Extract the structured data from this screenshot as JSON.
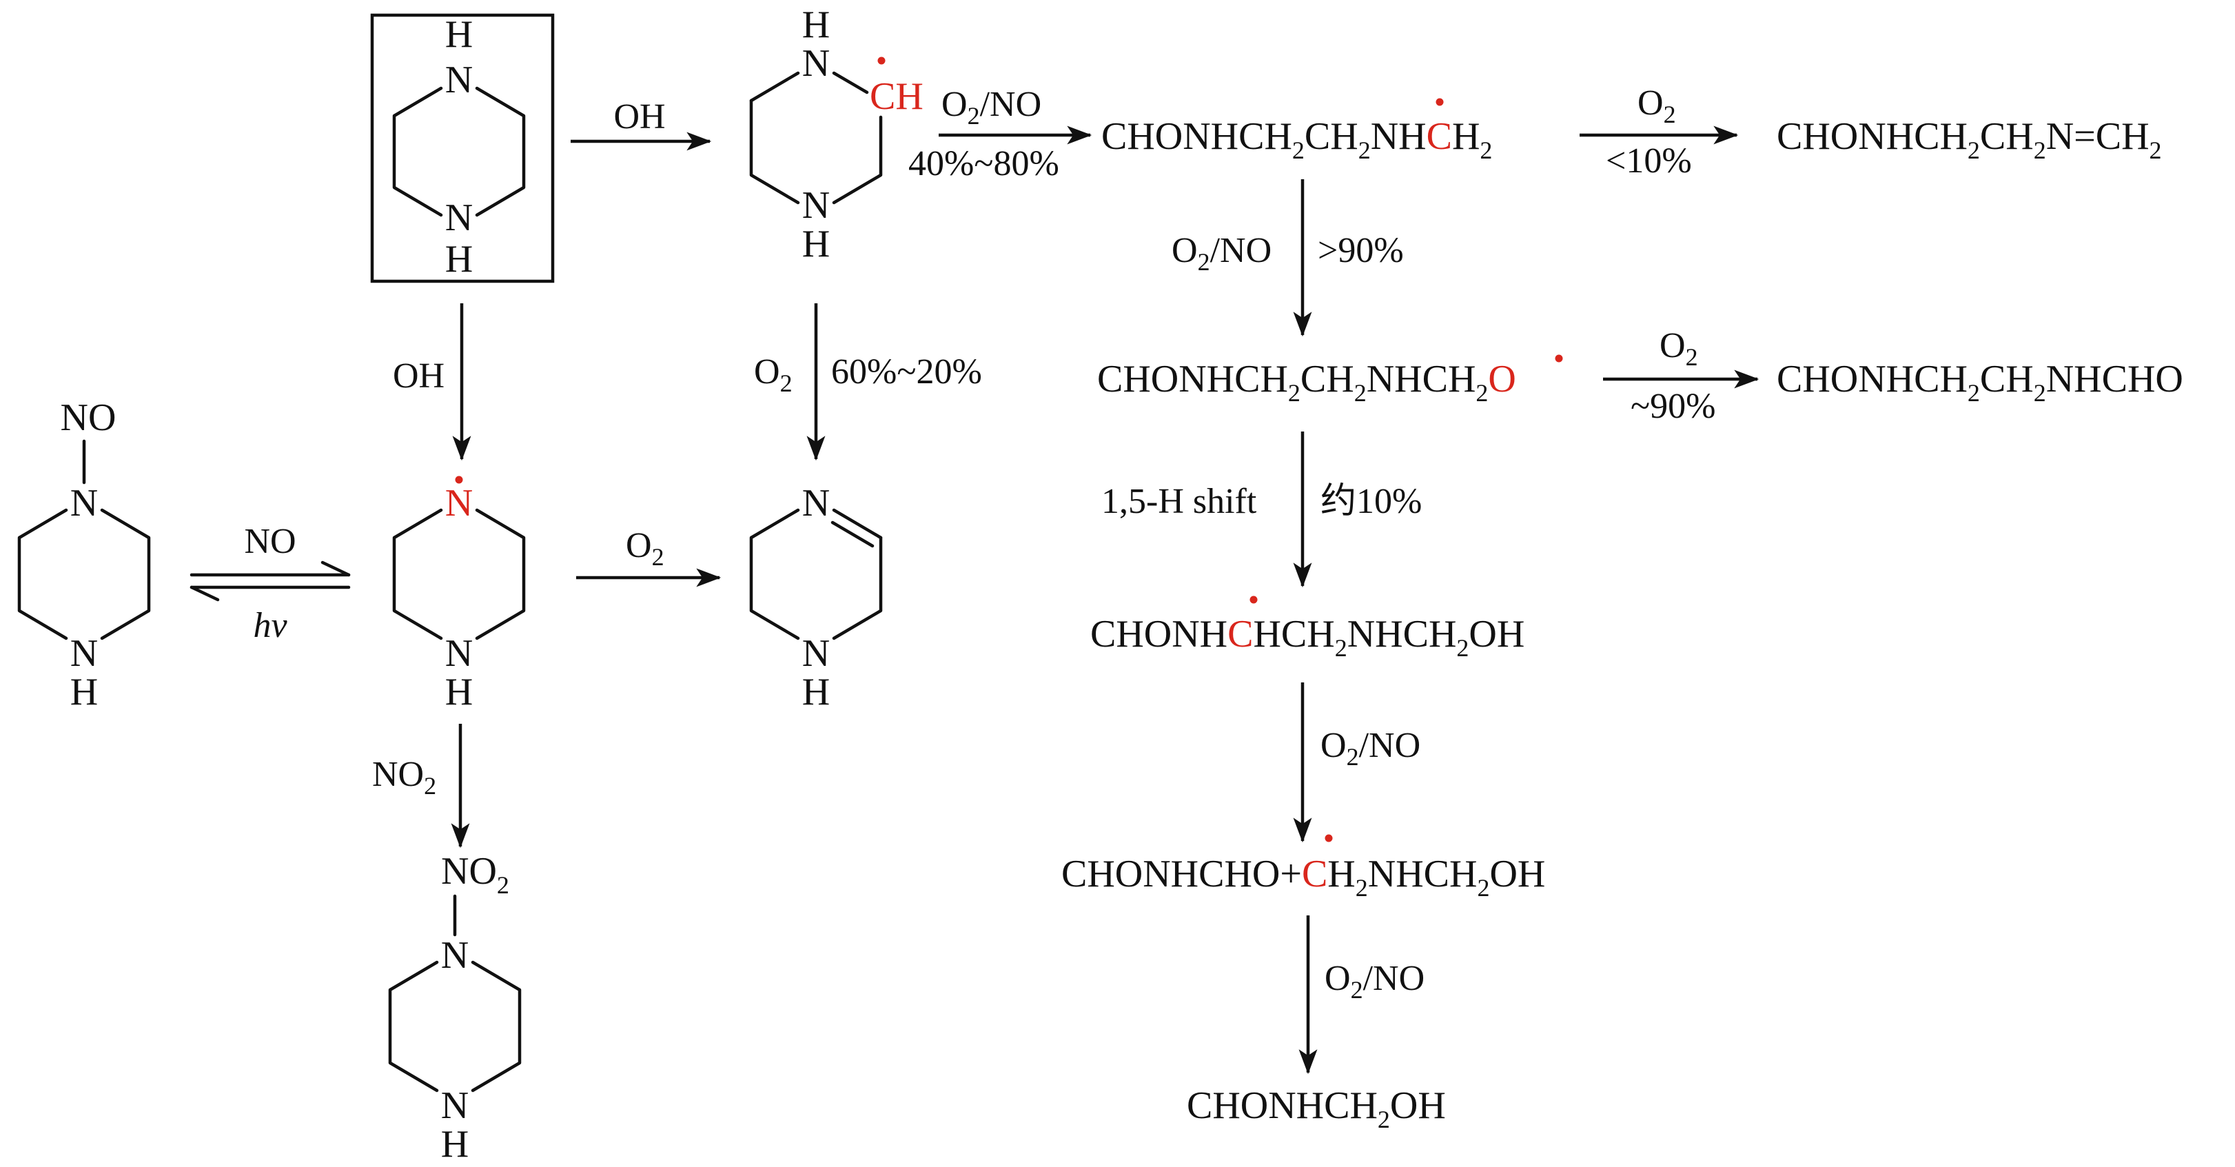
{
  "colors": {
    "ink": "#111111",
    "radical": "#d9261c"
  },
  "atoms": {
    "N": "N",
    "H": "H",
    "NO": "NO",
    "NO2": "NO2",
    "CH": "CH"
  },
  "species": {
    "ch2_radical": "CHONHCH2CH2NHCH2",
    "imine": "CHONHCH2CH2N=CH2",
    "alkoxy_radical": "CHONHCH2CH2NHCH2O",
    "diformamide": "CHONHCH2CH2NHCHO",
    "hydroxy_radical": "CHONHCHCH2NHCH2OH",
    "fragments": "CHONHCHO+CH2NHCH2OH",
    "final": "CHONHCH2OH"
  },
  "conditions": {
    "oh": "OH",
    "o2_no": "O2/NO",
    "o2": "O2",
    "no": "NO",
    "hv": "hν",
    "no2": "NO2",
    "yield_40_80": "40%~80%",
    "yield_lt10": "<10%",
    "yield_gt90": ">90%",
    "yield_60_20": "60%~20%",
    "yield_90": "~90%",
    "h_shift": "1,5-H shift",
    "yield_10": "约10%"
  }
}
